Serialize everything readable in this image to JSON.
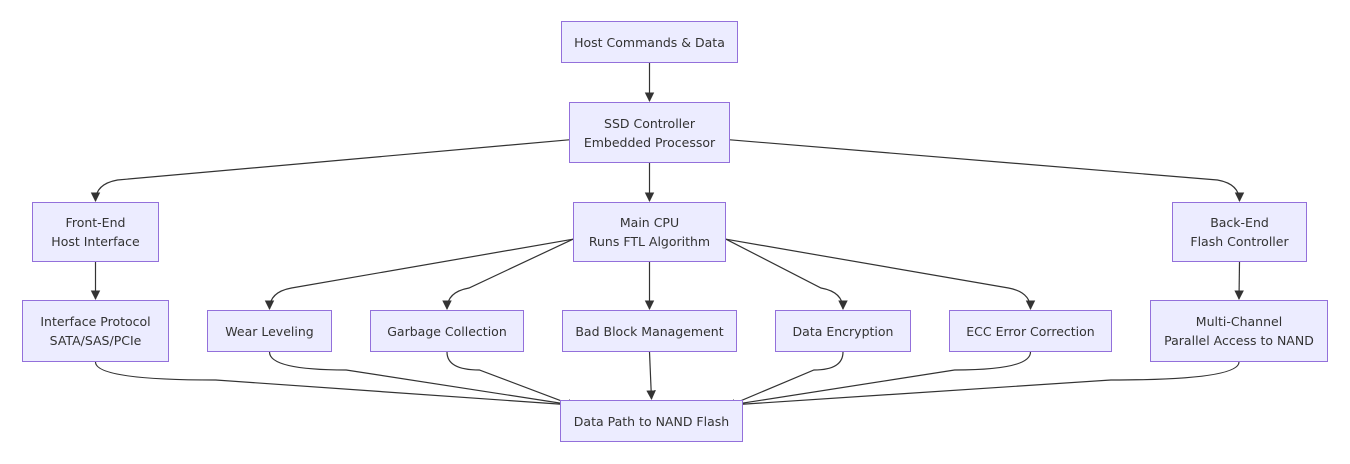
{
  "colors": {
    "node_fill": "#ececff",
    "node_border": "#9370db",
    "text": "#333333",
    "edge": "#333333"
  },
  "nodes": {
    "host": {
      "lines": [
        "Host Commands & Data"
      ]
    },
    "controller": {
      "lines": [
        "SSD Controller",
        "Embedded Processor"
      ]
    },
    "frontend": {
      "lines": [
        "Front-End",
        "Host Interface"
      ]
    },
    "cpu": {
      "lines": [
        "Main CPU",
        "Runs FTL Algorithm"
      ]
    },
    "backend": {
      "lines": [
        "Back-End",
        "Flash Controller"
      ]
    },
    "protocol": {
      "lines": [
        "Interface Protocol",
        "SATA/SAS/PCIe"
      ]
    },
    "wear": {
      "lines": [
        "Wear Leveling"
      ]
    },
    "gc": {
      "lines": [
        "Garbage Collection"
      ]
    },
    "badblock": {
      "lines": [
        "Bad Block Management"
      ]
    },
    "encryption": {
      "lines": [
        "Data Encryption"
      ]
    },
    "ecc": {
      "lines": [
        "ECC Error Correction"
      ]
    },
    "multichannel": {
      "lines": [
        "Multi-Channel",
        "Parallel Access to NAND"
      ]
    },
    "datapath": {
      "lines": [
        "Data Path to NAND Flash"
      ]
    }
  },
  "edges": [
    [
      "host",
      "controller"
    ],
    [
      "controller",
      "frontend"
    ],
    [
      "controller",
      "cpu"
    ],
    [
      "controller",
      "backend"
    ],
    [
      "frontend",
      "protocol"
    ],
    [
      "cpu",
      "wear"
    ],
    [
      "cpu",
      "gc"
    ],
    [
      "cpu",
      "badblock"
    ],
    [
      "cpu",
      "encryption"
    ],
    [
      "cpu",
      "ecc"
    ],
    [
      "backend",
      "multichannel"
    ],
    [
      "protocol",
      "datapath"
    ],
    [
      "wear",
      "datapath"
    ],
    [
      "gc",
      "datapath"
    ],
    [
      "badblock",
      "datapath"
    ],
    [
      "encryption",
      "datapath"
    ],
    [
      "ecc",
      "datapath"
    ],
    [
      "multichannel",
      "datapath"
    ]
  ]
}
